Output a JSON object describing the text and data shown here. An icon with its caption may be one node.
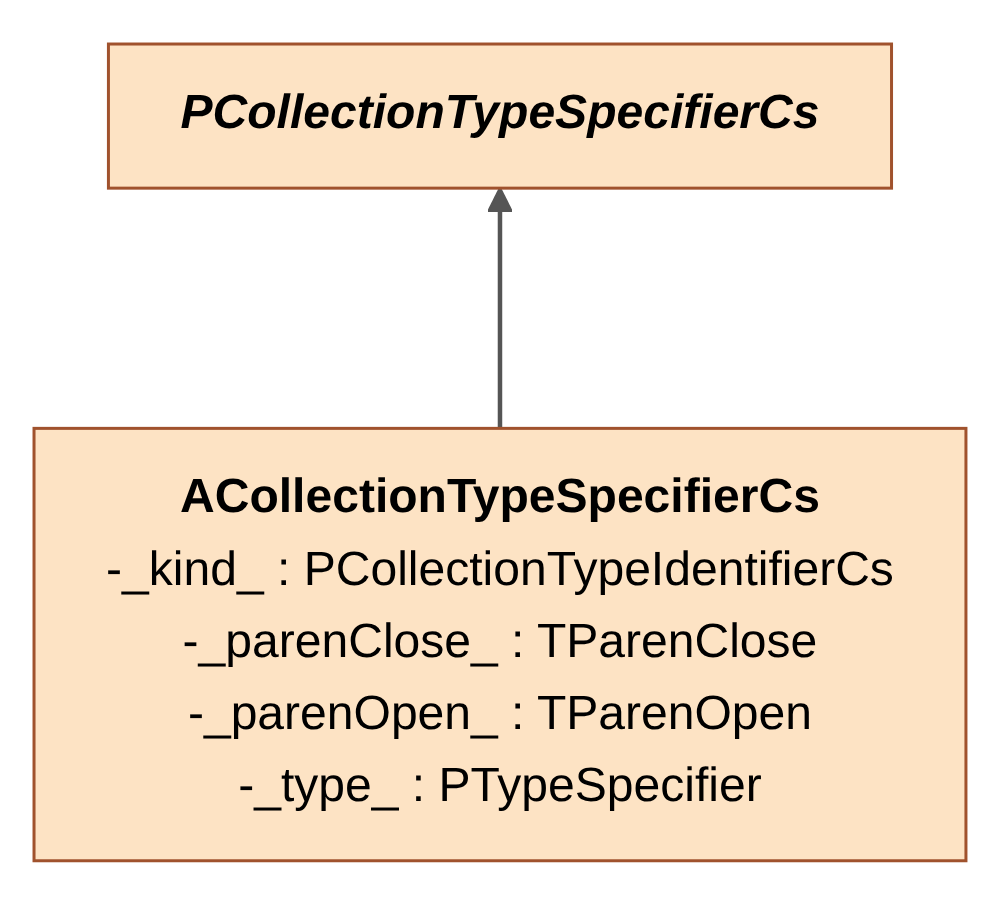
{
  "diagram": {
    "nodes": [
      {
        "text": [
          "PCollectionTypeSpecifierCs"
        ]
      },
      {
        "text": [
          "ACollectionTypeSpecifierCs",
          "-_kind_ : PCollectionTypeIdentifierCs",
          "-_parenClose_ : TParenClose",
          "-_parenOpen_ : TParenOpen",
          "-_type_ : PTypeSpecifier"
        ]
      }
    ],
    "edges": [
      {
        "from": 1,
        "to": 0,
        "arrow": "to"
      }
    ]
  }
}
